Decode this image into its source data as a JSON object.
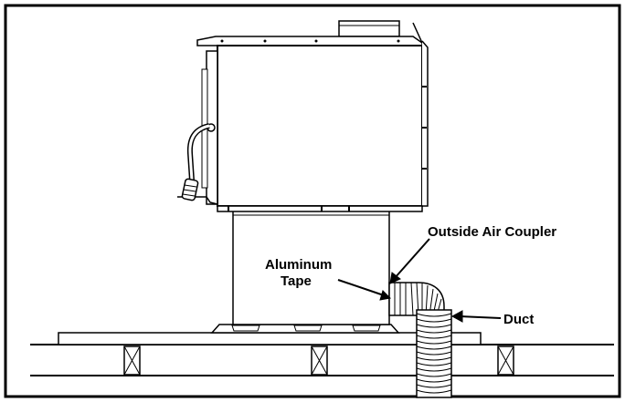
{
  "labels": {
    "outside_air_coupler": "Outside Air Coupler",
    "aluminum_tape_line1": "Aluminum",
    "aluminum_tape_line2": "Tape",
    "duct": "Duct"
  },
  "colors": {
    "stroke": "#000000",
    "background": "#ffffff"
  }
}
